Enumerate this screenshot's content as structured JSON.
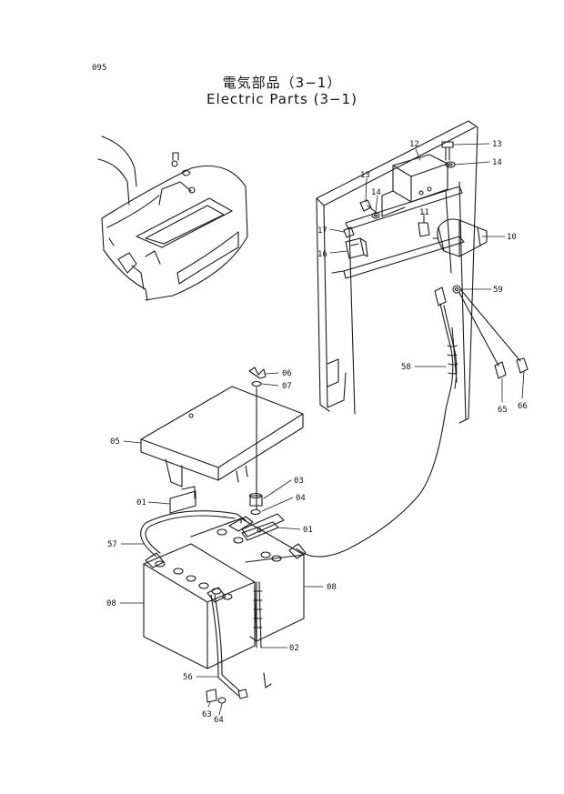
{
  "page_number": "095",
  "title_jp": "電気部品（3−1）",
  "title_en": "Electric Parts (3−1)",
  "labels": {
    "l12": "12",
    "l13a": "13",
    "l14a": "14",
    "l13b": "13",
    "l14b": "14",
    "l11": "11",
    "l10": "10",
    "l17": "17",
    "l16": "16",
    "l59": "59",
    "l58": "58",
    "l65": "65",
    "l66": "66",
    "l06": "06",
    "l07": "07",
    "l05": "05",
    "l03": "03",
    "l04": "04",
    "l01a": "01",
    "l01b": "01",
    "l57": "57",
    "l08a": "08",
    "l08b": "08",
    "l02": "02",
    "l56": "56",
    "l63": "63",
    "l64": "64"
  }
}
